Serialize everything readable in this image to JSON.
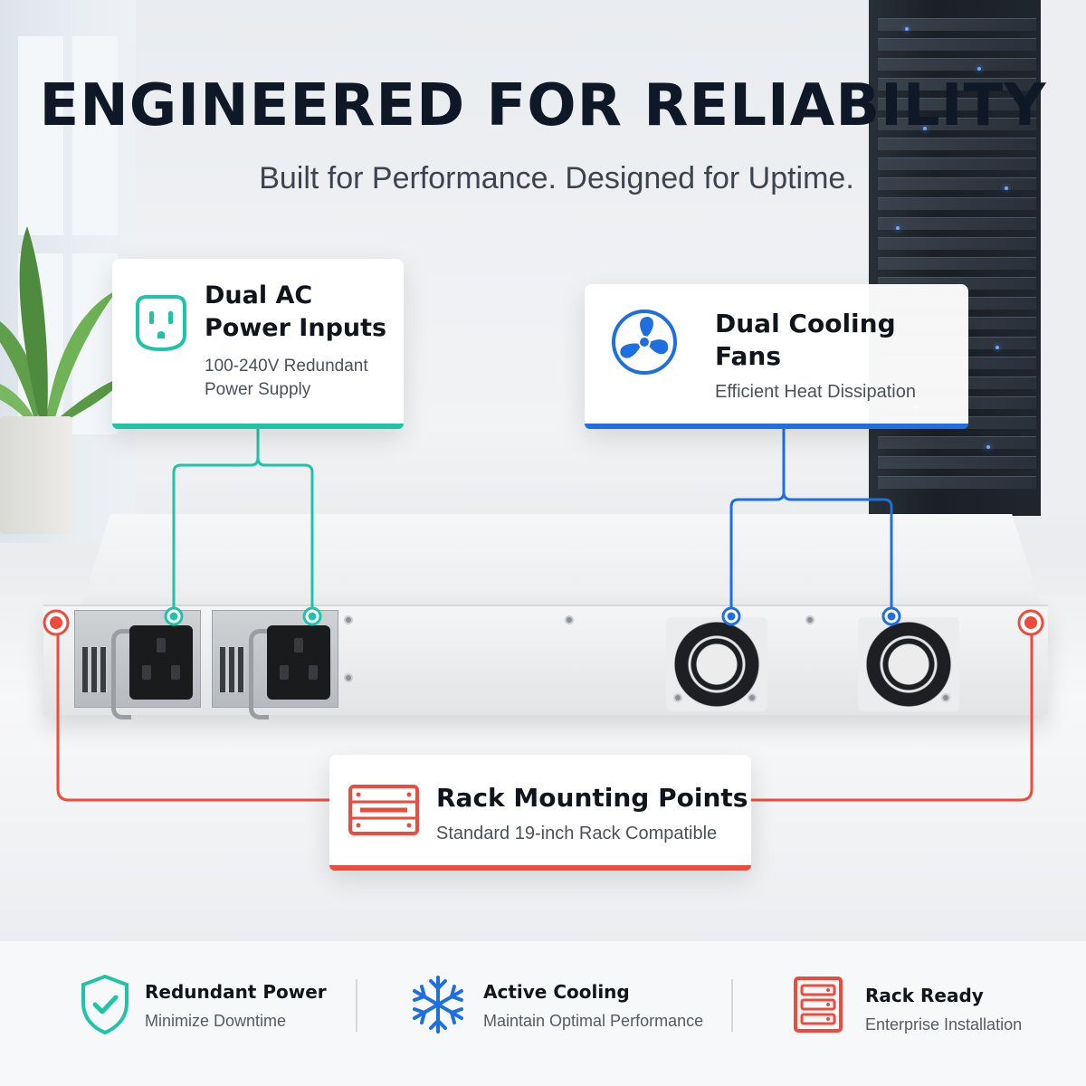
{
  "headline": "ENGINEERED FOR RELIABILITY",
  "subheadline": "Built for Performance. Designed for Uptime.",
  "colors": {
    "teal": "#1fc4a8",
    "blue": "#1e6fe0",
    "red": "#ee4b3c",
    "dark_text": "#0f1826"
  },
  "callouts": {
    "power": {
      "icon": "power-outlet-icon",
      "title_line1": "Dual AC",
      "title_line2": "Power Inputs",
      "desc_line1": "100-240V Redundant",
      "desc_line2": "Power Supply"
    },
    "cooling": {
      "icon": "fan-icon",
      "title_line1": "Dual Cooling",
      "title_line2": "Fans",
      "desc": "Efficient Heat Dissipation"
    },
    "rack": {
      "icon": "rack-ear-icon",
      "title": "Rack Mounting Points",
      "desc": "Standard 19-inch Rack Compatible"
    }
  },
  "features": [
    {
      "icon": "shield-check-icon",
      "title": "Redundant Power",
      "desc": "Minimize Downtime"
    },
    {
      "icon": "snowflake-icon",
      "title": "Active Cooling",
      "desc": "Maintain Optimal Performance"
    },
    {
      "icon": "server-rack-icon",
      "title": "Rack Ready",
      "desc": "Enterprise Installation"
    }
  ]
}
